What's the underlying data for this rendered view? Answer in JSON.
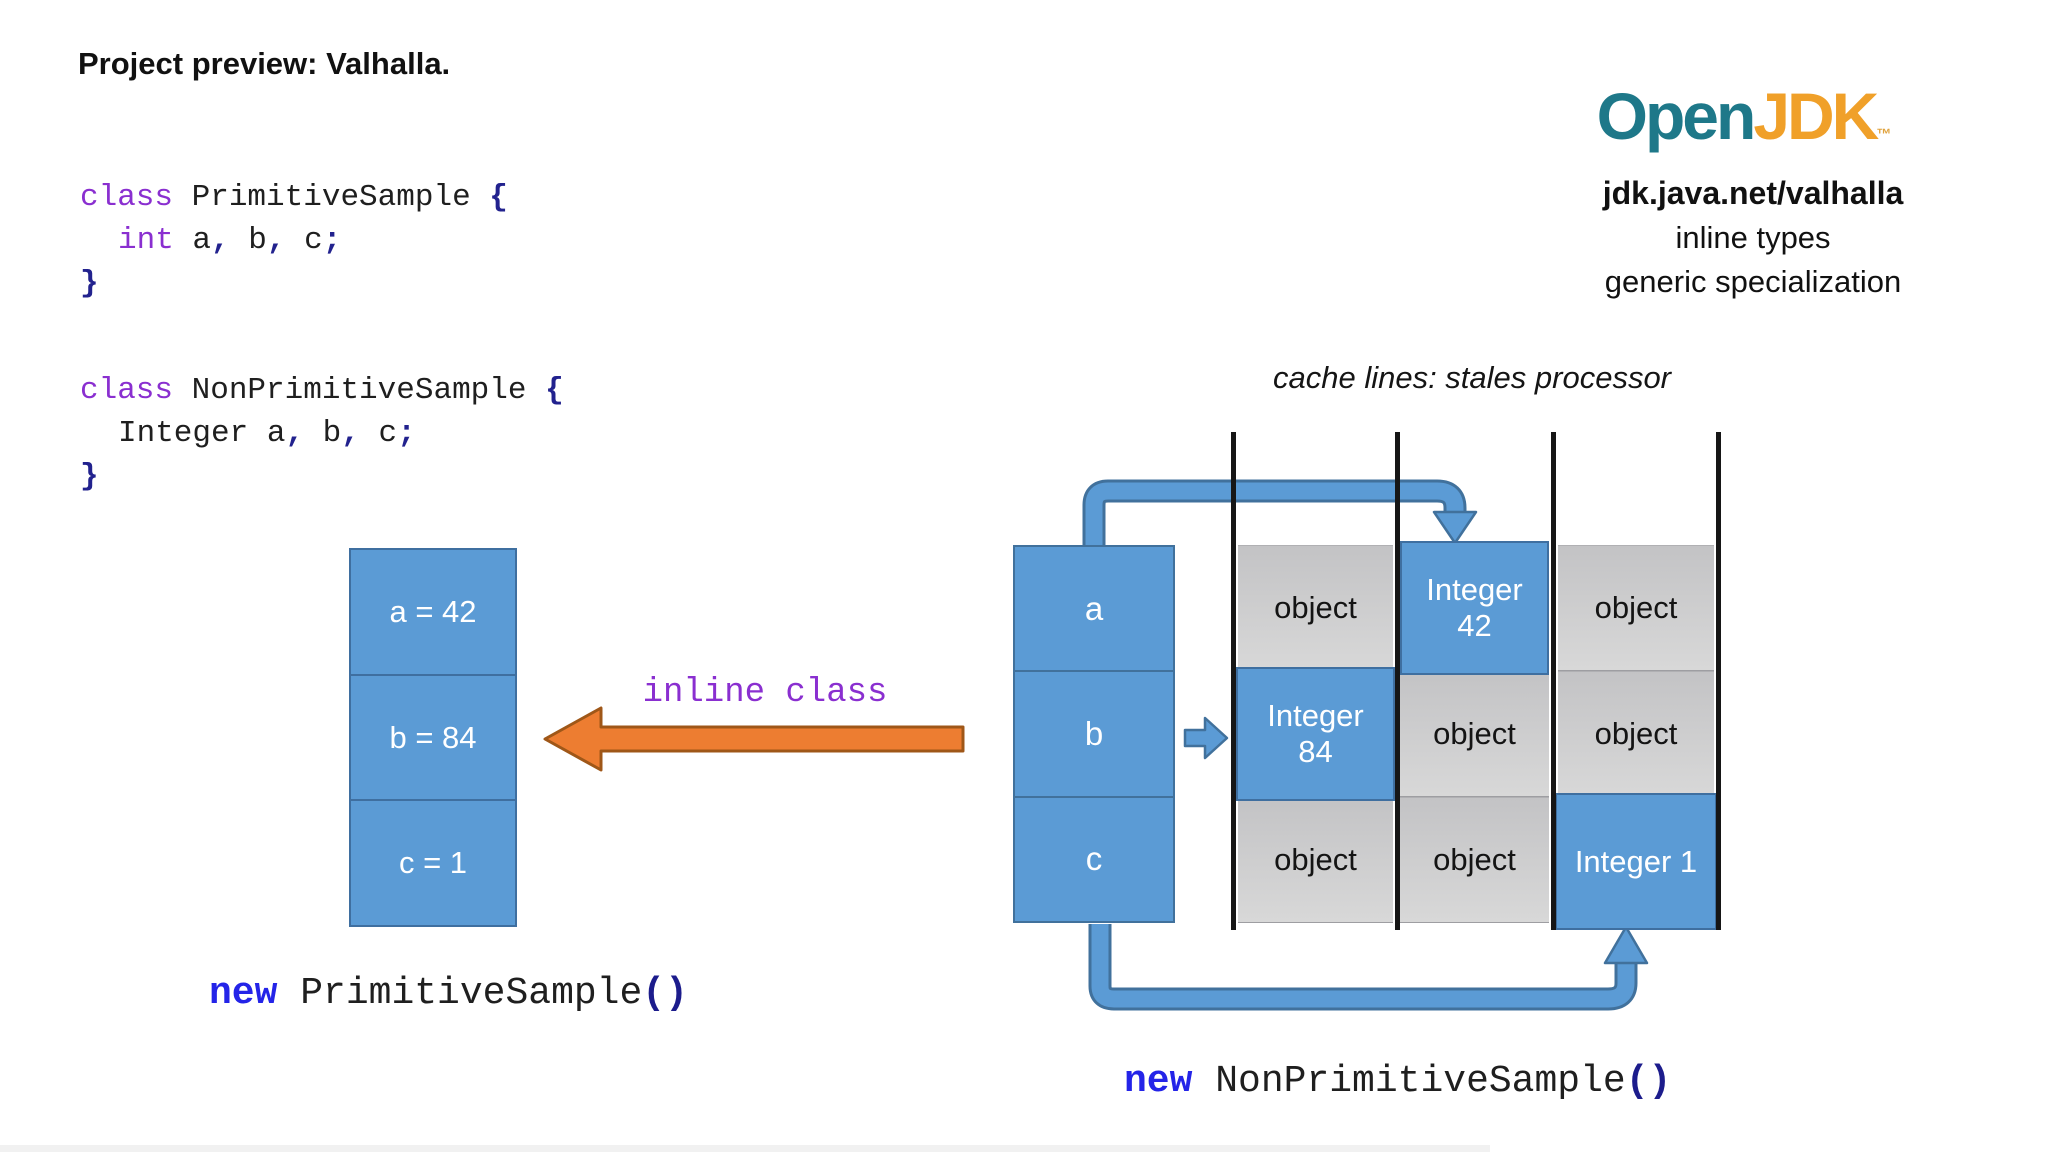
{
  "slide": {
    "title": "Project preview: Valhalla."
  },
  "branding": {
    "logo_open": "Open",
    "logo_jdk": "JDK",
    "logo_tm": "™",
    "url": "jdk.java.net/valhalla",
    "feature_1": "inline types",
    "feature_2": "generic specialization"
  },
  "code_primitive": {
    "kw_class": "class",
    "class_name": "PrimitiveSample",
    "open_brace": "{",
    "kw_type": "int",
    "vars": [
      "a",
      "b",
      "c"
    ],
    "comma": ",",
    "semicolon": ";",
    "close_brace": "}"
  },
  "code_nonprimitive": {
    "kw_class": "class",
    "class_name": "NonPrimitiveSample",
    "open_brace": "{",
    "type_name": "Integer",
    "vars": [
      "a",
      "b",
      "c"
    ],
    "comma": ",",
    "semicolon": ";",
    "close_brace": "}"
  },
  "primitive_stack": {
    "cells": [
      "a = 42",
      "b = 84",
      "c = 1"
    ],
    "caption_kw": "new",
    "caption_call": "PrimitiveSample",
    "caption_parens": "()"
  },
  "inline_class_label": "inline class",
  "nonprimitive_diagram": {
    "cache_label": "cache lines: stales processor",
    "ref_cells": [
      "a",
      "b",
      "c"
    ],
    "grid_rows": [
      [
        "object",
        "Integer 42",
        "object"
      ],
      [
        "Integer 84",
        "object",
        "object"
      ],
      [
        "object",
        "object",
        "Integer 1"
      ]
    ],
    "caption_kw": "new",
    "caption_call": "NonPrimitiveSample",
    "caption_parens": "()"
  },
  "colors": {
    "box_blue": "#5b9bd5",
    "box_blue_border": "#41719c",
    "cell_gray": "#cdcdcf",
    "keyword_purple": "#8a2fd0",
    "punct_navy": "#22228e",
    "new_keyword_blue": "#2424e8",
    "arrow_orange": "#ed7d31",
    "logo_teal": "#1e7889",
    "logo_orange": "#f0a029"
  }
}
